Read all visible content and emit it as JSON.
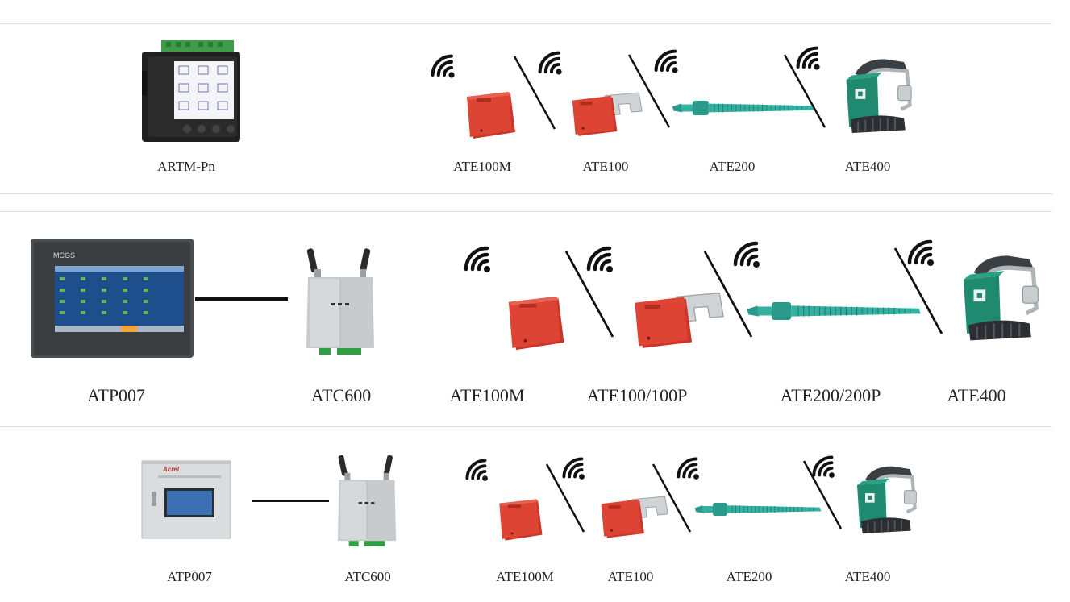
{
  "rows": [
    {
      "labels": {
        "monitor": "ARTM-Pn",
        "s1": "ATE100M",
        "s2": "ATE100",
        "s3": "ATE200",
        "s4": "ATE400"
      }
    },
    {
      "labels": {
        "monitor": "ATP007",
        "collector": "ATC600",
        "s1": "ATE100M",
        "s2": "ATE100/100P",
        "s3": "ATE200/200P",
        "s4": "ATE400"
      },
      "panel_brand": "MCGS"
    },
    {
      "labels": {
        "monitor": "ATP007",
        "collector": "ATC600",
        "s1": "ATE100M",
        "s2": "ATE100",
        "s3": "ATE200",
        "s4": "ATE400"
      },
      "cabinet_brand": "Acrel"
    }
  ],
  "colors": {
    "sensor_red": "#d9402f",
    "strap_green": "#2fa89a",
    "clamp_green": "#1f8a70",
    "divider": "#dcdcdc",
    "wire": "#111111"
  },
  "icons": [
    "wifi-icon",
    "meter-icon",
    "touch-panel-icon",
    "gateway-icon",
    "cabinet-icon",
    "sensor-icon",
    "cable-strap-icon",
    "clamp-sensor-icon"
  ]
}
